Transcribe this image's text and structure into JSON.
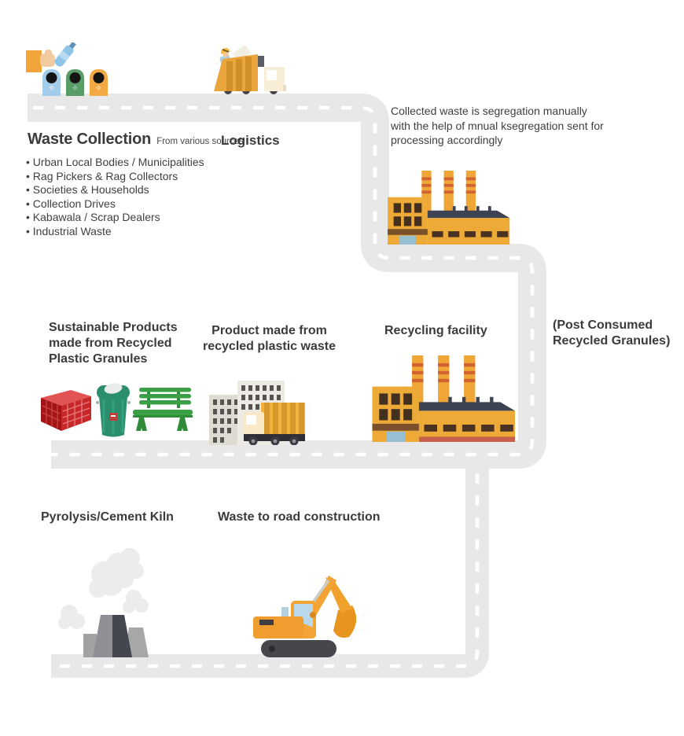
{
  "collection": {
    "title": "Waste Collection",
    "subtitle": "From various sources",
    "sources": [
      "• Urban Local Bodies / Municipalities",
      "• Rag Pickers & Rag Collectors",
      "• Societies & Households",
      "• Collection Drives",
      "• Kabawala / Scrap Dealers",
      "• Industrial Waste"
    ]
  },
  "logistics": {
    "label": "Logistics"
  },
  "segregation": {
    "note": "Collected waste is segregation manually\nwith the help of mnual ksegregation sent for\nprocessing accordingly"
  },
  "recycling_facility": {
    "label": "Recycling facility"
  },
  "granules": {
    "label": "(Post Consumed\nRecycled Granules)"
  },
  "sustainable_products": {
    "label": "Sustainable Products\nmade from Recycled\nPlastic Granules"
  },
  "recycled_product": {
    "label": "Product made from\nrecycled plastic waste"
  },
  "pyrolysis": {
    "label": "Pyrolysis/Cement Kiln"
  },
  "road_construction": {
    "label": "Waste to road construction"
  },
  "icons": {
    "hand_with_bottle": "hand-with-bottle-icon",
    "recycling_bins": "recycling-bins-icon",
    "garbage_truck": "garbage-truck-icon",
    "segregation_factory": "factory-icon",
    "recycling_factory": "factory-icon",
    "plastic_crate": "plastic-crate-icon",
    "swing_bin": "swing-bin-icon",
    "bench": "bench-icon",
    "buildings_truck": "buildings-truck-icon",
    "cement_kiln": "cooling-tower-smoke-icon",
    "excavator": "excavator-icon"
  },
  "colors": {
    "road": "#e8e8e8",
    "road_dash": "#ffffff",
    "text": "#3b3b3b",
    "factory_yellow": "#edaa37",
    "chimney_band": "#d2622f",
    "roof_slate": "#3e4353",
    "truck_orange": "#eaa53c",
    "bin_blue": "#a3cbea",
    "bin_green": "#5a9c68",
    "bin_orange": "#f2a944",
    "product_red": "#c62828",
    "product_green": "#2e9270",
    "bench_green": "#3aa344",
    "smoke_gray": "#ececec"
  }
}
